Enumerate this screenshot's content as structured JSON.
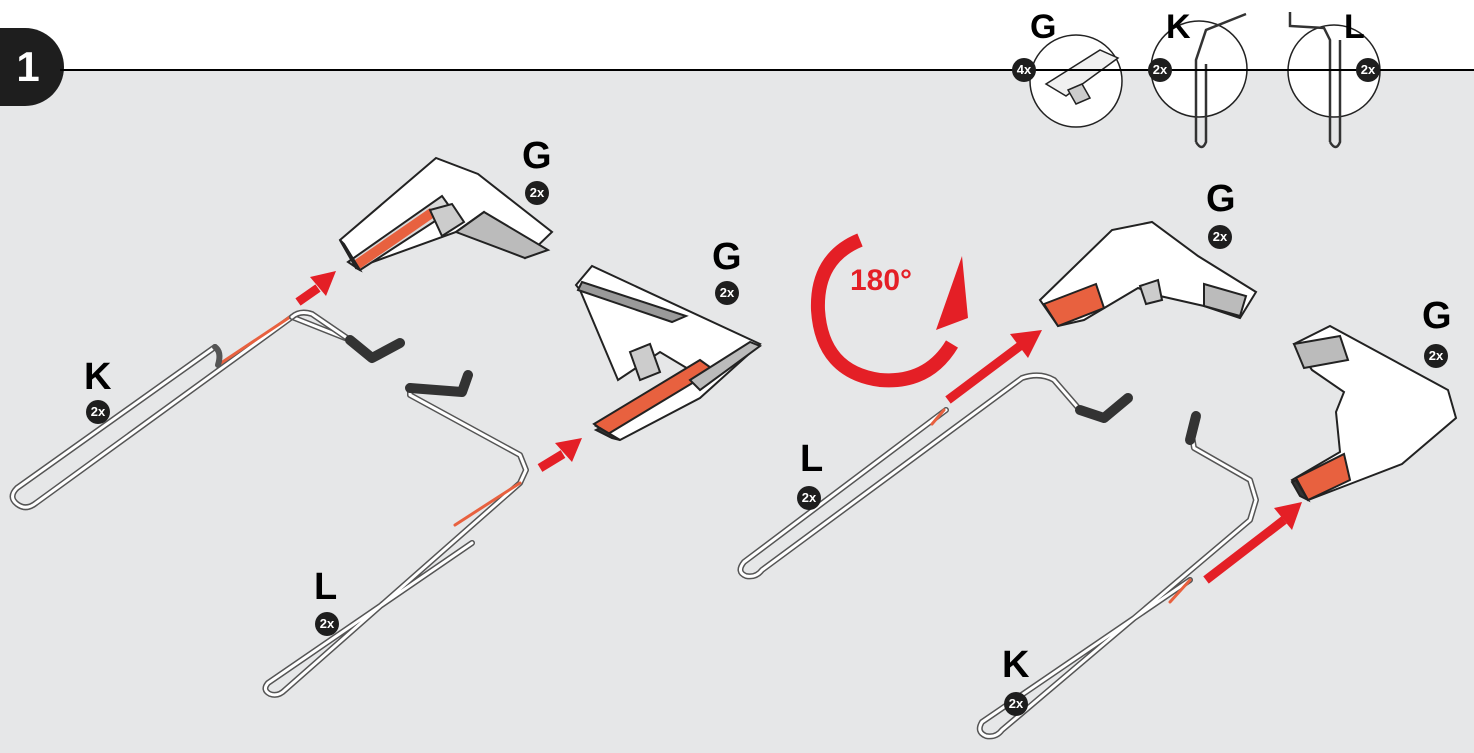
{
  "step": {
    "number": "1"
  },
  "legend": [
    {
      "letter": "G",
      "count": "4x"
    },
    {
      "letter": "K",
      "count": "2x"
    },
    {
      "letter": "L",
      "count": "2x"
    }
  ],
  "labels": {
    "k_left": {
      "letter": "K",
      "count": "2x"
    },
    "l_left": {
      "letter": "L",
      "count": "2x"
    },
    "g_left_top": {
      "letter": "G",
      "count": "2x"
    },
    "g_left_mid": {
      "letter": "G",
      "count": "2x"
    },
    "g_right_top": {
      "letter": "G",
      "count": "2x"
    },
    "g_right_mid": {
      "letter": "G",
      "count": "2x"
    },
    "l_right": {
      "letter": "L",
      "count": "2x"
    },
    "k_right": {
      "letter": "K",
      "count": "2x"
    }
  },
  "rotation": {
    "label": "180°"
  },
  "colors": {
    "panel": "#e6e7e8",
    "accent": "#e41f26",
    "highlight": "#e8613f",
    "dark": "#1e1e1e"
  }
}
